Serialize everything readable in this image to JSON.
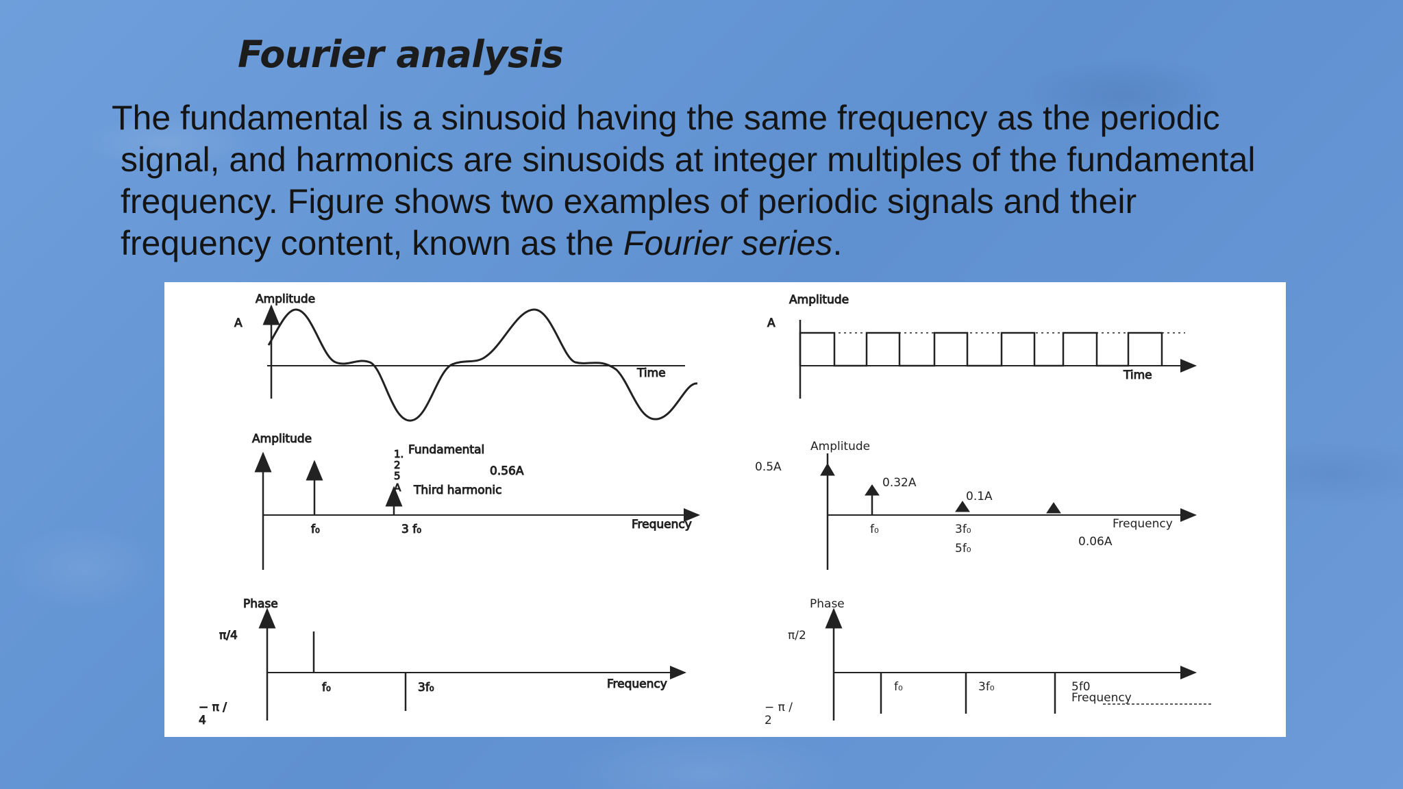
{
  "slide": {
    "title": "Fourier analysis",
    "paragraph": {
      "line1": "The fundamental is a sinusoid having the same frequency as the  periodic",
      "line2": "signal, and harmonics are sinusoids at integer multiples of the fundamental",
      "line3": "frequency. Figure shows two examples of periodic signals and their",
      "line4_before": "frequency  content, known as the ",
      "line4_italic": "Fourier series",
      "line4_after": "."
    }
  },
  "figure": {
    "left_column": {
      "time_plot": {
        "ylabel": "Amplitude",
        "amp_label": "A",
        "xlabel": "Time"
      },
      "amp_spectrum": {
        "ylabel": "Amplitude",
        "fundamental_label": "Fundamental",
        "stacked_label": [
          "1.",
          "2",
          "5",
          "A"
        ],
        "third_value": "0.56A",
        "third_label": "Third harmonic",
        "xlabel": "Frequency",
        "tick_f0": "f₀",
        "tick_3f0": "3 f₀"
      },
      "phase_spectrum": {
        "ylabel": "Phase",
        "top_label": "π/4",
        "bottom_label_1": "− π /",
        "bottom_label_2": "4",
        "xlabel": "Frequency",
        "tick_f0": "f₀",
        "tick_3f0": "3f₀"
      }
    },
    "right_column": {
      "time_plot": {
        "ylabel": "Amplitude",
        "amp_label": "A",
        "xlabel": "Time"
      },
      "amp_spectrum": {
        "ylabel": "Amplitude",
        "value_05": "0.5A",
        "value_032": "0.32A",
        "value_01": "0.1A",
        "value_006": "0.06A",
        "xlabel": "Frequency",
        "tick_f0": "f₀",
        "tick_3f0": "3f₀",
        "tick_5f0": "5f₀"
      },
      "phase_spectrum": {
        "ylabel": "Phase",
        "top_label": "π/2",
        "bottom_label_1": "− π /",
        "bottom_label_2": "2",
        "xlabel": "Frequency",
        "tick_f0": "f₀",
        "tick_3f0": "3f₀",
        "tick_5f0": "5f0"
      }
    }
  },
  "colors": {
    "background": "#6a9ad6",
    "figure_bg": "#ffffff",
    "ink": "#1c1c1c"
  }
}
